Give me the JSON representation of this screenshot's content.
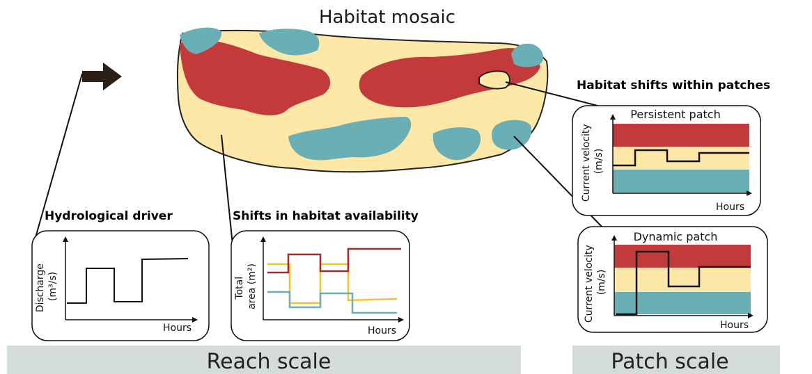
{
  "title": "Habitat mosaic",
  "colors": {
    "red": "#c23a3a",
    "yellow": "#fde8a8",
    "teal": "#6aafb5",
    "scale_bar": "#d4dcd9",
    "arrow": "#2a2018"
  },
  "hydrological": {
    "heading": "Hydrological driver",
    "ylabel_line1": "Discharge",
    "ylabel_line2": "(m³/s)",
    "xlabel": "Hours"
  },
  "availability": {
    "heading": "Shifts in habitat availability",
    "ylabel_line1": "Total",
    "ylabel_line2": "area (m²)",
    "xlabel": "Hours"
  },
  "patches": {
    "heading": "Habitat shifts within patches",
    "persistent": {
      "title": "Persistent patch",
      "ylabel_line1": "Current velocity",
      "ylabel_line2": "(m/s)",
      "xlabel": "Hours"
    },
    "dynamic": {
      "title": "Dynamic patch",
      "ylabel_line1": "Current velocity",
      "ylabel_line2": "(m/s)",
      "xlabel": "Hours"
    }
  },
  "scales": {
    "reach": "Reach scale",
    "patch": "Patch scale"
  }
}
